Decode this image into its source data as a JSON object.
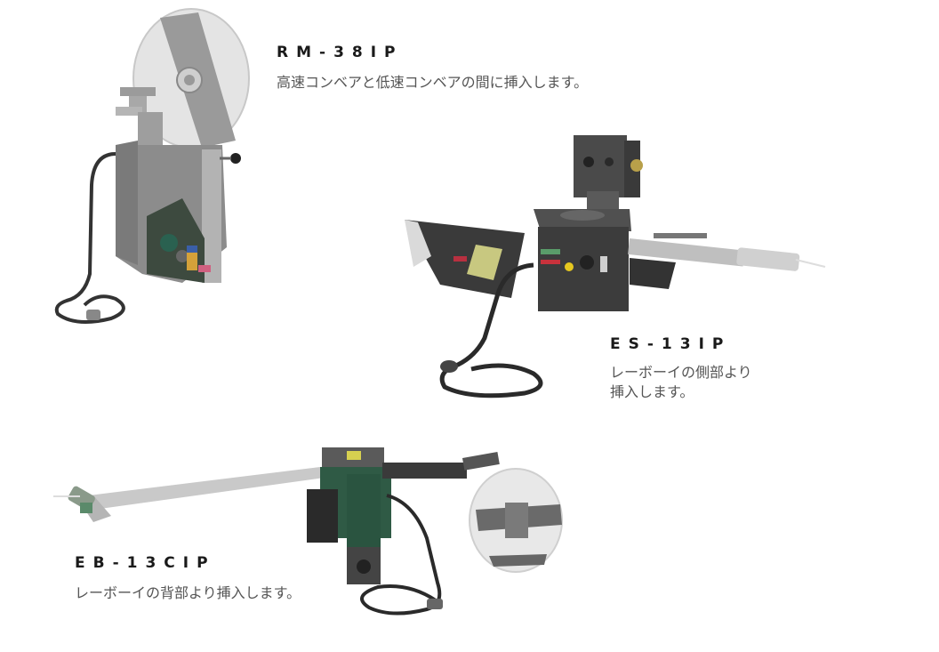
{
  "products": [
    {
      "model": "RM-38IP",
      "description": "高速コンベアと低速コンベアの間に挿入します。",
      "image_alt": "RM-38IP machine with large reel on top and gray housing"
    },
    {
      "model": "ES-13IP",
      "description_lines": [
        "レーボーイの側部より",
        "挿入します。"
      ],
      "image_alt": "ES-13IP dark gray machine with side chute and extended arm"
    },
    {
      "model": "EB-13CIP",
      "description": "レーボーイの背部より挿入します。",
      "image_alt": "EB-13CIP green machine with long arm and reel at rear"
    }
  ],
  "colors": {
    "background": "#ffffff",
    "model_text": "#1a1a1a",
    "description_text": "#555555",
    "rm_body": "#8c8c8c",
    "es_body": "#3c3c3c",
    "eb_body": "#2f5a45"
  }
}
